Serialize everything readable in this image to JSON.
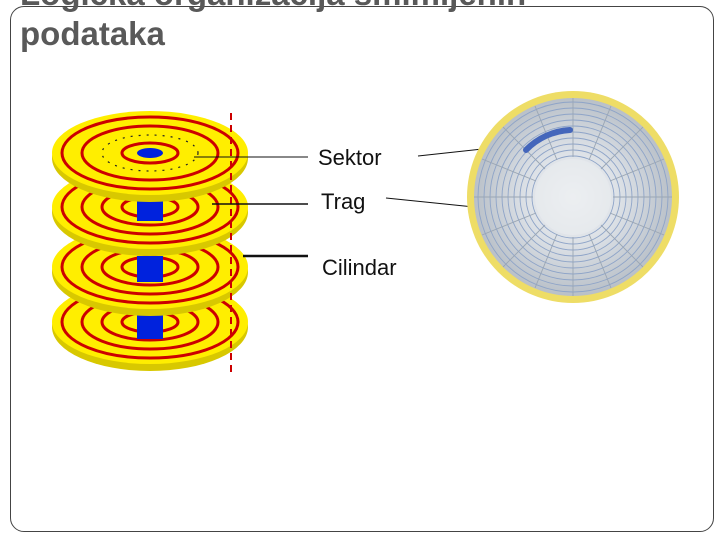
{
  "slide": {
    "title_line1": "Logička organizacija smimljenih",
    "title_line2": "podataka"
  },
  "labels": {
    "sector": "Sektor",
    "track": "Trag",
    "cylinder": "Cilindar"
  },
  "colors": {
    "platter": "#ffee00",
    "track": "#cc0000",
    "spindle": "#0022dd",
    "cylinder_line": "#cc0000",
    "disk_rim": "#eedd66",
    "disk_surface": "#c8ced6",
    "sector_highlight": "#4466bb",
    "frame": "#444444",
    "title": "#595959"
  }
}
